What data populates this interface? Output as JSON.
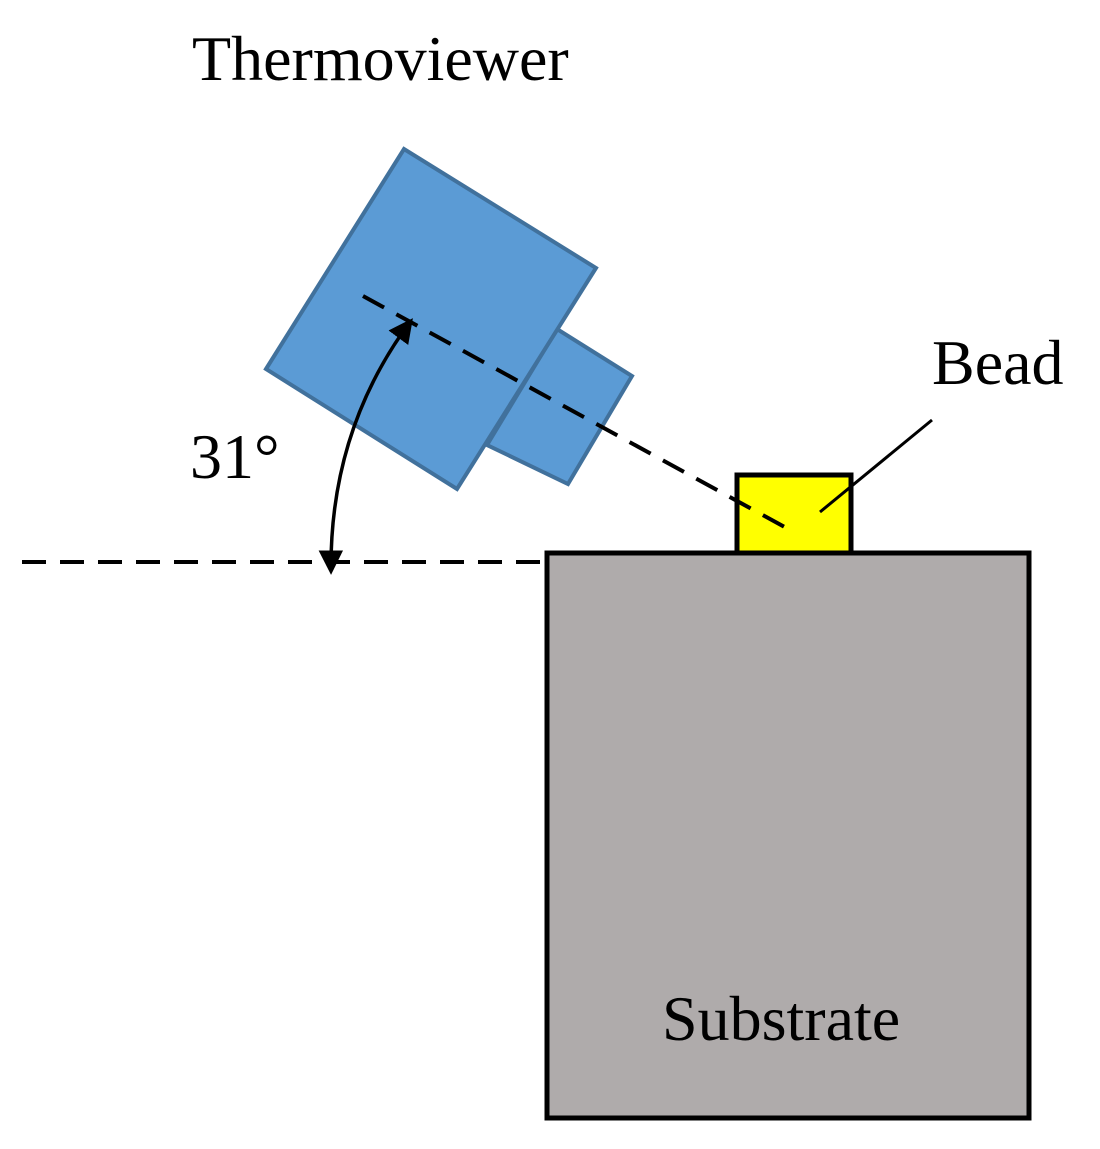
{
  "labels": {
    "thermoviewer": "Thermoviewer",
    "bead": "Bead",
    "substrate": "Substrate",
    "angle": "31°"
  },
  "angle_degrees": 31,
  "colors": {
    "camera_fill": "#5B9BD5",
    "camera_stroke": "#41719C",
    "bead_fill": "#FFFF00",
    "substrate_fill": "#AFABAB",
    "line": "#000000",
    "background": "#FFFFFF"
  }
}
